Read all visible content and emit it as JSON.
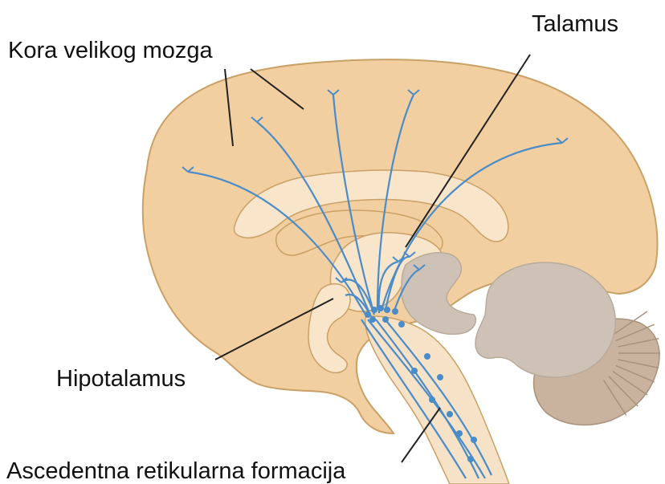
{
  "labels": {
    "cortex": "Kora velikog mozga",
    "thalamus": "Talamus",
    "hypothalamus": "Hipotalamus",
    "reticular_formation": "Ascedentna retikularna formacija"
  },
  "colors": {
    "cortex_fill": "#F2CFA0",
    "cortex_stroke": "#C9A066",
    "inner_light": "#F8E5CA",
    "stem_fill": "#F6E2C6",
    "cerebellum_fill": "#CDC2B5",
    "cerebellum_folia": "#C9B39E",
    "fiber": "#4A8CC9",
    "leader_line": "#222222",
    "text": "#111111"
  }
}
